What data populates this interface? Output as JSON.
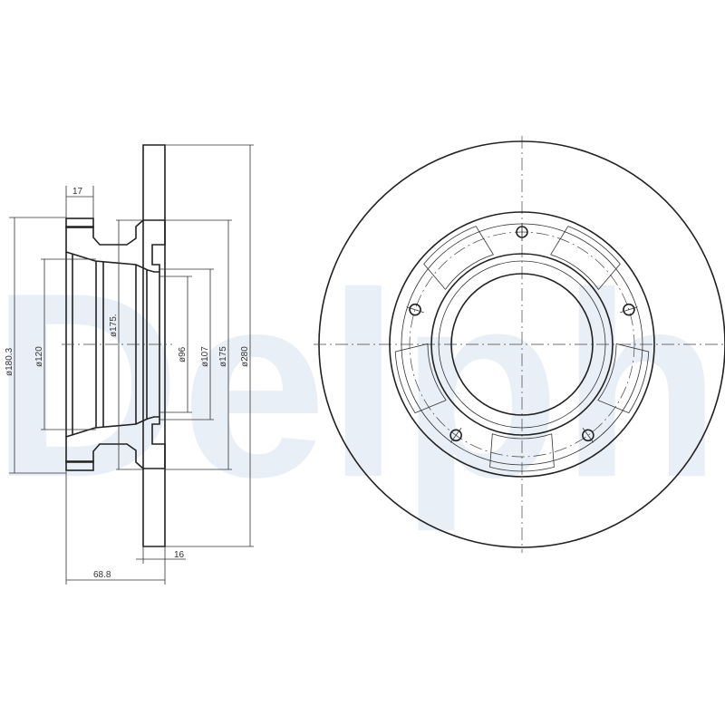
{
  "watermark": "Delphi",
  "side_view": {
    "dimensions": {
      "flange_width": "17",
      "hub_outer_dia": "ø180.3",
      "bore_dia": "ø120",
      "hat_dia_inner": "ø175.",
      "center_bore_dia": "ø96",
      "bolt_circle_dia": "ø107",
      "hat_dia": "ø175",
      "disc_dia": "ø280",
      "disc_thickness": "16",
      "overall_height": "68.8"
    }
  },
  "front_view": {
    "bolt_holes": 5
  },
  "colors": {
    "line": "#222222",
    "watermark": "#e9eff6"
  }
}
